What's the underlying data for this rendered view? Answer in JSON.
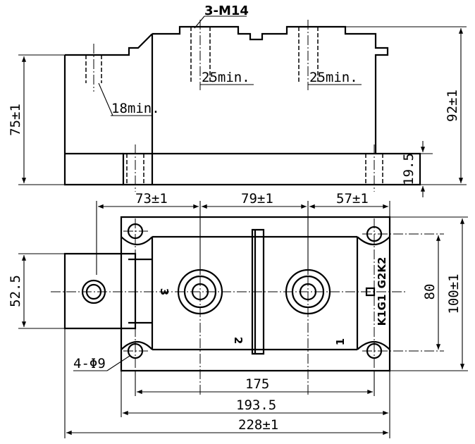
{
  "side_view": {
    "thread_callout": "3-M14",
    "thread_depth_left": "25min.",
    "thread_depth_right": "25min.",
    "tab_depth": "18min.",
    "height_left": "75±1",
    "height_total": "92±1",
    "base_height": "19.5"
  },
  "top_view": {
    "pitch_left": "73±1",
    "pitch_mid": "79±1",
    "pitch_right": "57±1",
    "tab_width": "52.5",
    "hole_spacing_v": "80",
    "width_total": "100±1",
    "hole_spacing_h": "175",
    "base_length": "193.5",
    "overall_length": "228±1",
    "mount_holes": "4-Φ9",
    "terminal_3": "3",
    "terminal_2": "2",
    "terminal_1": "1",
    "label_g2k2": "G2K2",
    "label_k1g1": "K1G1"
  }
}
